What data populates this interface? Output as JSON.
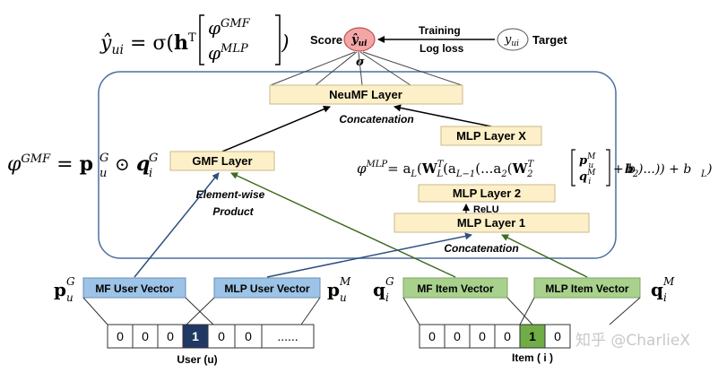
{
  "colors": {
    "layer_fill": "#fdf0c8",
    "layer_stroke": "#c9b98a",
    "user_vec_fill": "#9dc3e6",
    "user_vec_stroke": "#6a8fb5",
    "item_vec_fill": "#a9d18e",
    "item_vec_stroke": "#7da35f",
    "user_arrow": "#2f4f7f",
    "item_arrow": "#3e6a1f",
    "onehot_user_fill": "#1f3864",
    "onehot_item_fill": "#70ad47",
    "score_fill": "#f4a6a6",
    "frame_stroke": "#4a6fa0"
  },
  "header": {
    "formula_lhs": "ŷ",
    "formula_lhs_sub": "ui",
    "formula_mid": "= σ(",
    "formula_h": "h",
    "formula_h_sup": "T",
    "formula_phi1": "φ",
    "formula_phi1_sup": "GMF",
    "formula_phi2": "φ",
    "formula_phi2_sup": "MLP",
    "formula_close": ")",
    "score_label": "Score",
    "score_node": "ŷ",
    "score_node_sub": "ui",
    "sigma": "σ",
    "training_label": "Training",
    "loss_label": "Log loss",
    "target_node": "y",
    "target_node_sub": "ui",
    "target_label": "Target"
  },
  "layers": {
    "neumf": "NeuMF Layer",
    "concat_top": "Concatenation",
    "mlp_x": "MLP Layer X",
    "gmf": "GMF Layer",
    "mlp2": "MLP Layer 2",
    "relu": "ReLU",
    "mlp1": "MLP Layer 1",
    "concat_bottom": "Concatenation",
    "elementwise_1": "Element-wise",
    "elementwise_2": "Product"
  },
  "gmf_formula": {
    "phi": "φ",
    "phi_sup": "GMF",
    "eq": "=",
    "p": "p",
    "p_sup": "G",
    "p_sub": "u",
    "odot": "⊙",
    "q": "q",
    "q_sup": "G",
    "q_sub": "i"
  },
  "mlp_formula": {
    "phi": "φ",
    "phi_sup": "MLP",
    "body1": "= a",
    "sub_L": "L",
    "body2": "(W",
    "sup_T1": "T",
    "body3": "(a",
    "sub_L1": "L−1",
    "body4": "(...a",
    "sub_2": "2",
    "body5": "(W",
    "sup_T2": "T",
    "sub_2b": "2",
    "vec_p": "p",
    "vec_p_sup": "M",
    "vec_p_sub": "u",
    "vec_q": "q",
    "vec_q_sup": "M",
    "vec_q_sub": "i",
    "body6": "+ b",
    "body7": ")...)) + b",
    "sub_L2": "L",
    "body8": ")"
  },
  "vectors": {
    "mf_user": "MF User Vector",
    "mlp_user": "MLP User Vector",
    "mf_item": "MF Item Vector",
    "mlp_item": "MLP Item Vector",
    "p_g": "p",
    "p_g_sup": "G",
    "p_g_sub": "u",
    "p_m": "p",
    "p_m_sup": "M",
    "p_m_sub": "u",
    "q_g": "q",
    "q_g_sup": "G",
    "q_g_sub": "i",
    "q_m": "q",
    "q_m_sup": "M",
    "q_m_sub": "i"
  },
  "user_input": {
    "cells": [
      "0",
      "0",
      "0",
      "1",
      "0",
      "0",
      "......"
    ],
    "active_index": 3,
    "label": "User (u)"
  },
  "item_input": {
    "cells": [
      "0",
      "0",
      "0",
      "0",
      "1",
      "0"
    ],
    "active_index": 4,
    "label": "Item ( i )"
  },
  "watermark": "知乎 @CharlieX"
}
